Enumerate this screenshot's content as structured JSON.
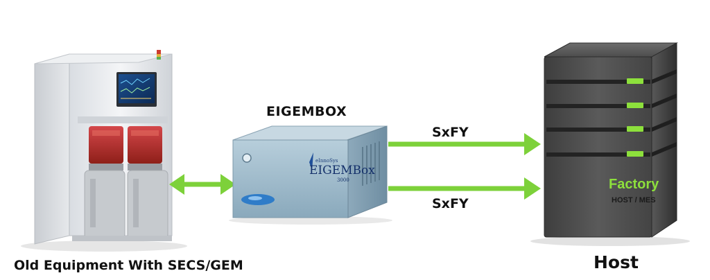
{
  "diagram": {
    "box_title": "EIGEMBOX",
    "connection_top": "SxFY",
    "connection_bottom": "SxFY",
    "equipment_caption": "Old Equipment With  SECS/GEM",
    "host_caption": "Host",
    "device_brand_small": "eInnoSys",
    "device_brand_large": "EIGEMBox",
    "device_model": "3000",
    "server_label_primary": "Factory",
    "server_label_secondary": "HOST / MES"
  },
  "colors": {
    "arrow": "#7dd13a",
    "server_body": "#4a4a4a",
    "server_led": "#8de03c",
    "device_body": "#9ab7c9",
    "equipment_body": "#e9ebee",
    "equipment_window": "#b73a2a"
  }
}
